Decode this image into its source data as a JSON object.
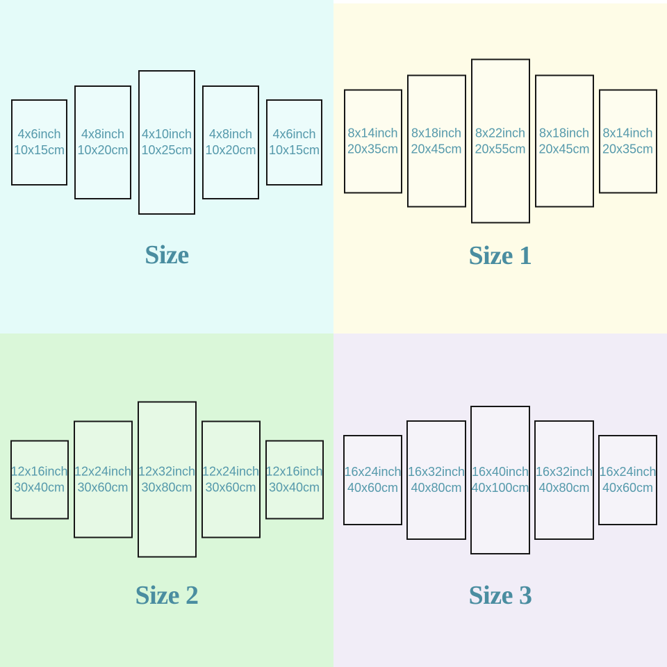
{
  "colors": {
    "quadrant_1_bg": "#e4fbf9",
    "quadrant_2_bg": "#fefce7",
    "quadrant_3_bg": "#daf7d9",
    "quadrant_4_bg": "#f1edf7",
    "panel_border": "#161616",
    "panel_text": "#5599ab",
    "title_text": "#4a8da0"
  },
  "quadrants": [
    {
      "title": "Size",
      "panels": [
        {
          "inch": "4x6inch",
          "cm": "10x15cm"
        },
        {
          "inch": "4x8inch",
          "cm": "10x20cm"
        },
        {
          "inch": "4x10inch",
          "cm": "10x25cm"
        },
        {
          "inch": "4x8inch",
          "cm": "10x20cm"
        },
        {
          "inch": "4x6inch",
          "cm": "10x15cm"
        }
      ]
    },
    {
      "title": "Size 1",
      "panels": [
        {
          "inch": "8x14inch",
          "cm": "20x35cm"
        },
        {
          "inch": "8x18inch",
          "cm": "20x45cm"
        },
        {
          "inch": "8x22inch",
          "cm": "20x55cm"
        },
        {
          "inch": "8x18inch",
          "cm": "20x45cm"
        },
        {
          "inch": "8x14inch",
          "cm": "20x35cm"
        }
      ]
    },
    {
      "title": "Size 2",
      "panels": [
        {
          "inch": "12x16inch",
          "cm": "30x40cm"
        },
        {
          "inch": "12x24inch",
          "cm": "30x60cm"
        },
        {
          "inch": "12x32inch",
          "cm": "30x80cm"
        },
        {
          "inch": "12x24inch",
          "cm": "30x60cm"
        },
        {
          "inch": "12x16inch",
          "cm": "30x40cm"
        }
      ]
    },
    {
      "title": "Size 3",
      "panels": [
        {
          "inch": "16x24inch",
          "cm": "40x60cm"
        },
        {
          "inch": "16x32inch",
          "cm": "40x80cm"
        },
        {
          "inch": "16x40inch",
          "cm": "40x100cm"
        },
        {
          "inch": "16x32inch",
          "cm": "40x80cm"
        },
        {
          "inch": "16x24inch",
          "cm": "40x60cm"
        }
      ]
    }
  ]
}
